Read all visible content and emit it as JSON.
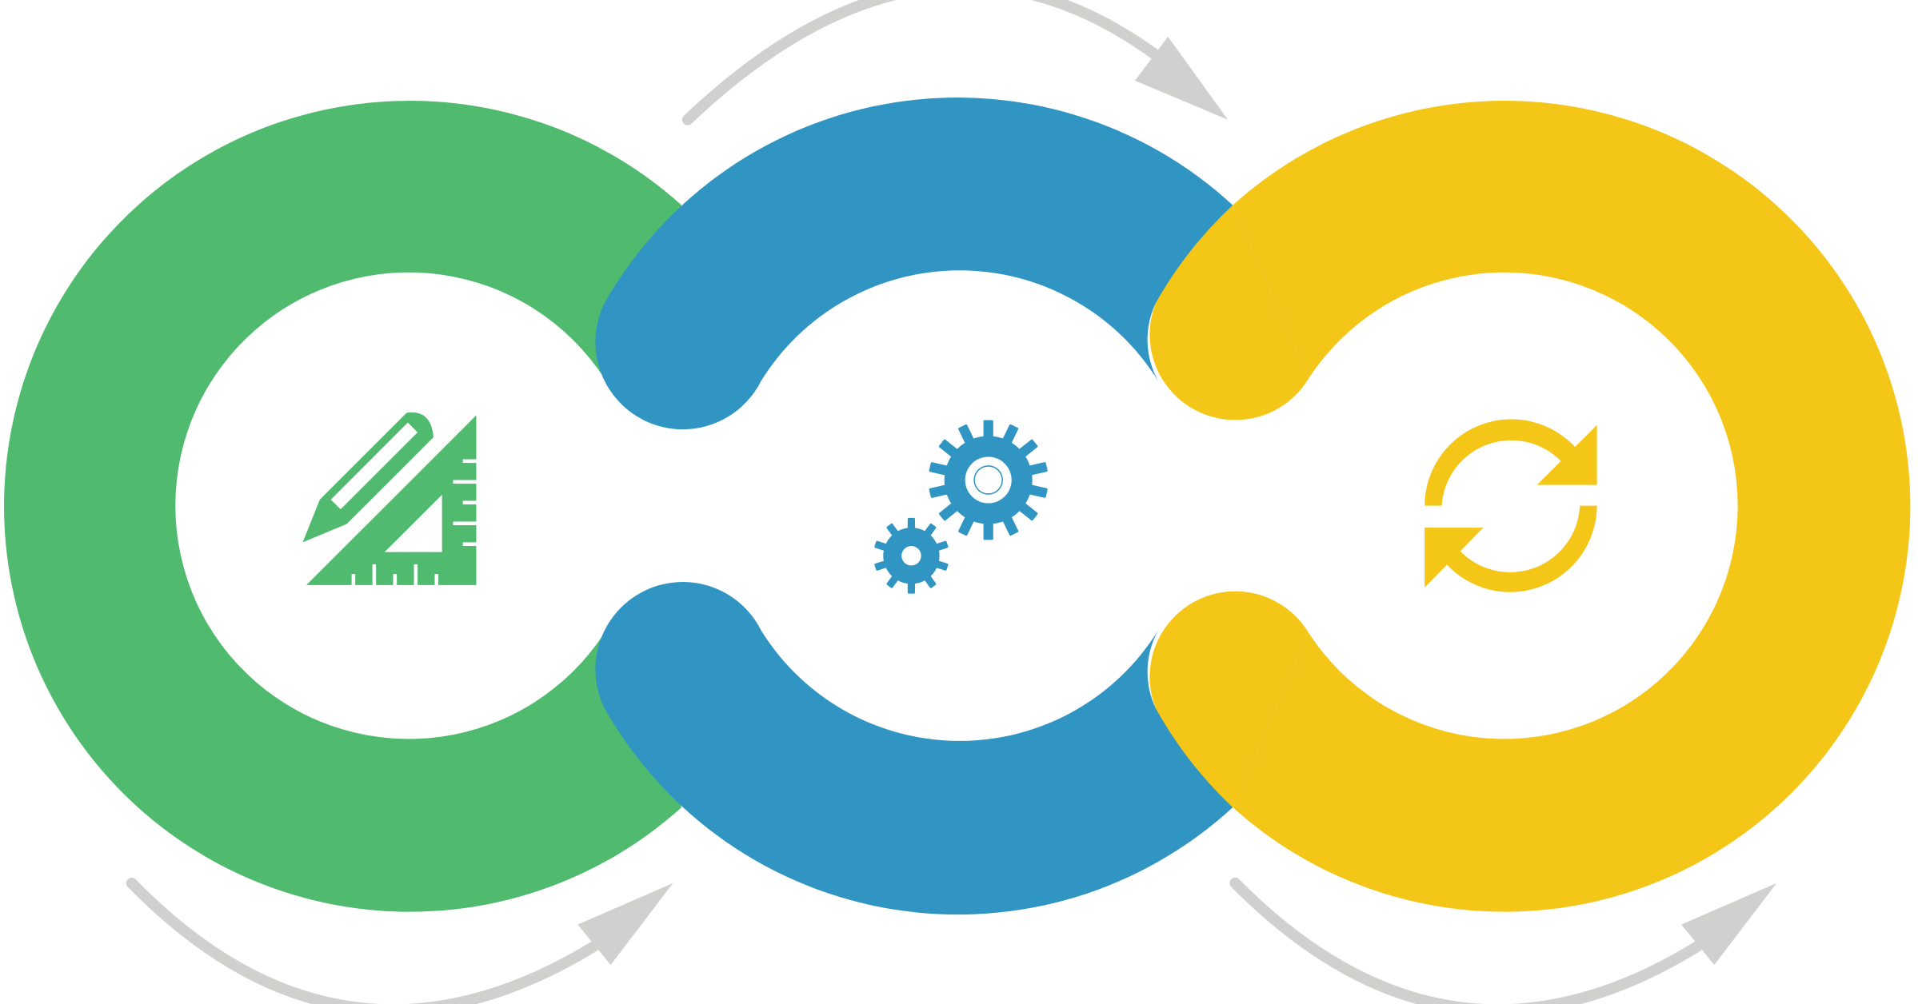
{
  "diagram": {
    "stages": [
      {
        "key": "design",
        "icon": "ruler-pencil-icon",
        "color": "#50BA6F"
      },
      {
        "key": "build",
        "icon": "gears-icon",
        "color": "#3095C2"
      },
      {
        "key": "iterate",
        "icon": "refresh-icon",
        "color": "#F3C617"
      }
    ],
    "flow_arrows": [
      {
        "key": "green-to-blue",
        "color": "#D0D0CF"
      },
      {
        "key": "blue-to-yellow",
        "color": "#D0D0CF"
      },
      {
        "key": "yellow-forward",
        "color": "#D0D0CF"
      }
    ]
  }
}
